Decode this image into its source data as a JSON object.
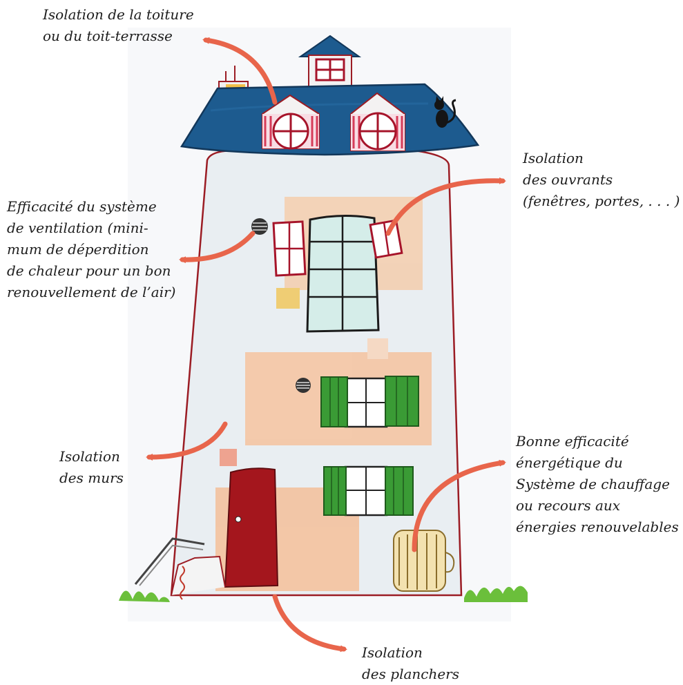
{
  "colors": {
    "roof": "#1d5b8f",
    "walls": "#e9eef2",
    "outline": "#9b1c24",
    "door": "#a4161d",
    "shutters": "#3a9b35",
    "window_frame": "#a6142a",
    "arrow": "#e8654b",
    "wash": "#f6c9a4"
  },
  "labels": {
    "roof": [
      "Isolation de la toiture",
      "ou du toit-terrasse"
    ],
    "openings": [
      "Isolation",
      "des ouvrants",
      "(fenêtres, portes, . . . )"
    ],
    "ventilation": [
      "Efficacité du système",
      "de ventilation (mini-",
      "mum de déperdition",
      "de chaleur pour un bon",
      "renouvellement de l’air)"
    ],
    "walls": [
      "Isolation",
      "des murs"
    ],
    "heating": [
      "Bonne efficacité",
      "énergétique du",
      "Système de chauffage",
      "ou recours aux",
      "énergies renouvelables"
    ],
    "floors": [
      "Isolation",
      "des planchers"
    ]
  }
}
